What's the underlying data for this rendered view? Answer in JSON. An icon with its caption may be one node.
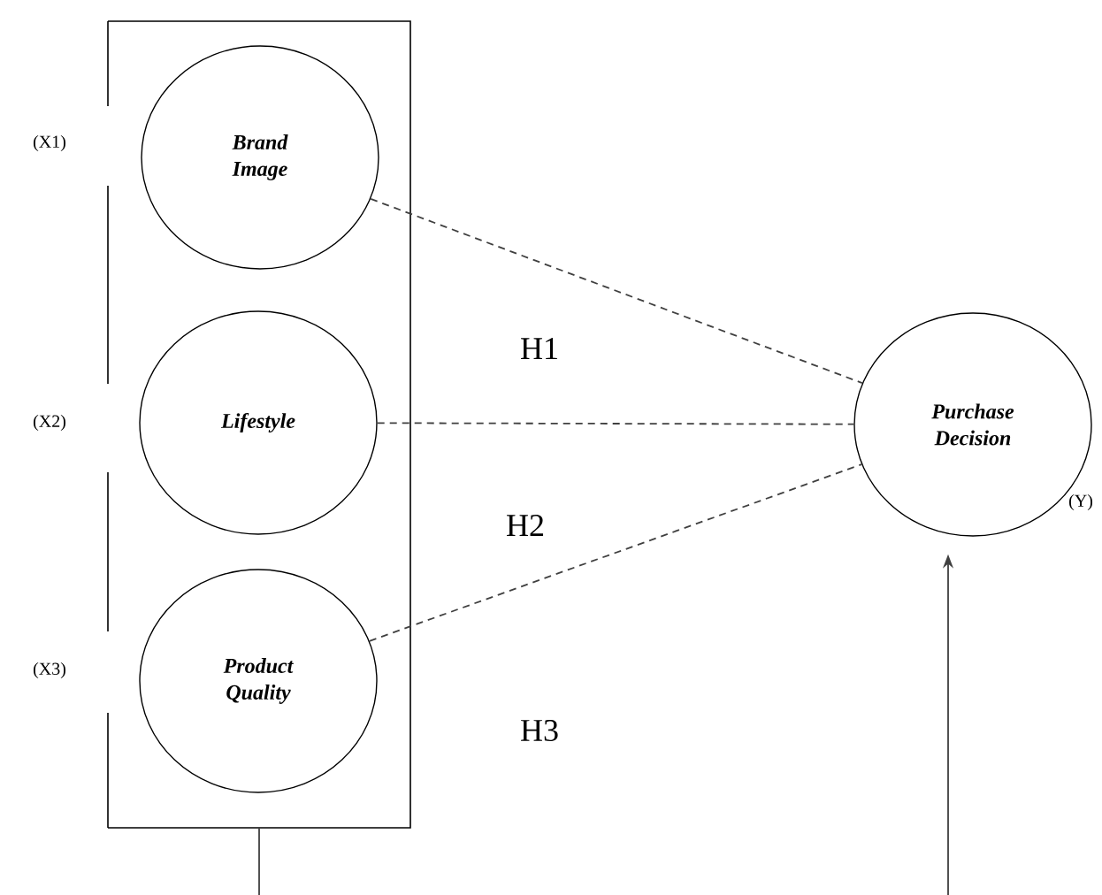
{
  "diagram": {
    "nodes": [
      {
        "text": [],
        "shape": "box"
      },
      {
        "text": [
          "Brand Image"
        ],
        "in": 0
      },
      {
        "text": [
          "Lifestyle"
        ],
        "in": 0
      },
      {
        "text": [
          "Product Quality"
        ],
        "in": 0
      },
      {
        "text": [
          "Purchase Decision"
        ]
      }
    ],
    "edges": [
      {
        "from": 1,
        "to": 4,
        "arrow": "none",
        "style": "dashed"
      },
      {
        "from": 2,
        "to": 4,
        "arrow": "none",
        "style": "dashed"
      },
      {
        "from": 3,
        "to": 4,
        "arrow": "none",
        "style": "dashed"
      },
      {
        "from": 0,
        "to": null,
        "arrow": "none"
      },
      {
        "from": null,
        "to": 4,
        "arrow": "to"
      }
    ],
    "labels": [
      "(X1)",
      "H1",
      "(X2)",
      "(Y)",
      "H2",
      "(X3)",
      "H3"
    ]
  }
}
